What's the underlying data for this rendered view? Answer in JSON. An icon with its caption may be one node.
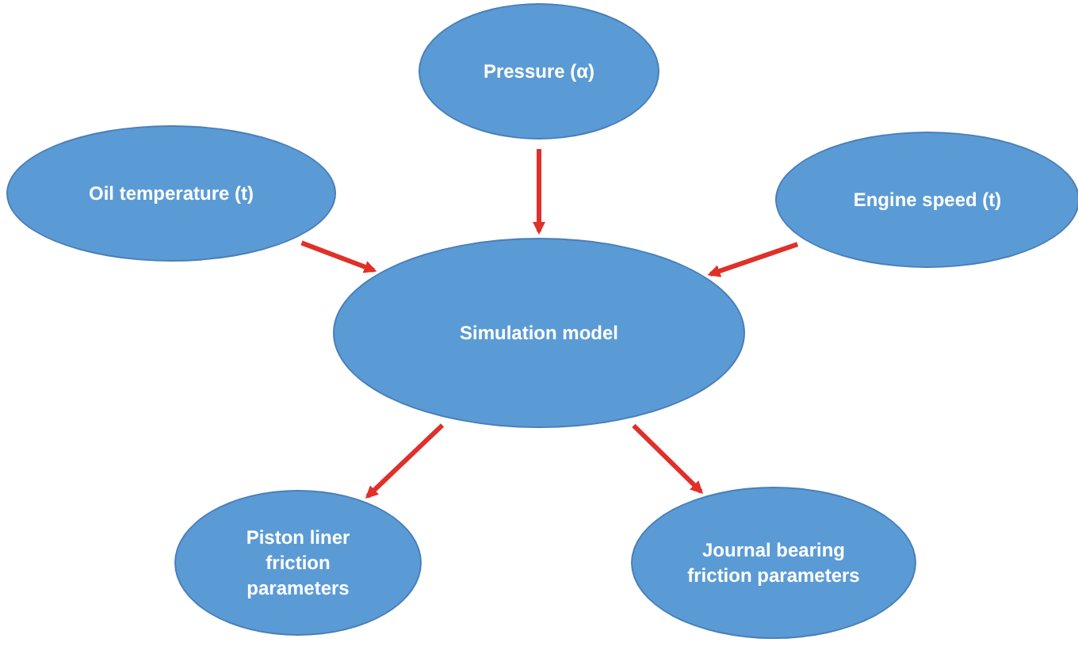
{
  "diagram": {
    "nodes": [
      {
        "text": [
          "Pressure (α)"
        ]
      },
      {
        "text": [
          "Oil temperature (t)"
        ]
      },
      {
        "text": [
          "Engine speed (t)"
        ]
      },
      {
        "text": [
          "Simulation model"
        ]
      },
      {
        "text": [
          "Piston liner friction parameters"
        ]
      },
      {
        "text": [
          "Journal bearing friction parameters"
        ]
      }
    ],
    "edges": [
      {
        "from": 1,
        "to": 3,
        "arrow": "to"
      },
      {
        "from": 0,
        "to": 3,
        "arrow": "to"
      },
      {
        "from": 2,
        "to": 3,
        "arrow": "to"
      },
      {
        "from": 3,
        "to": 4,
        "arrow": "to"
      },
      {
        "from": 3,
        "to": 5,
        "arrow": "to"
      }
    ]
  }
}
